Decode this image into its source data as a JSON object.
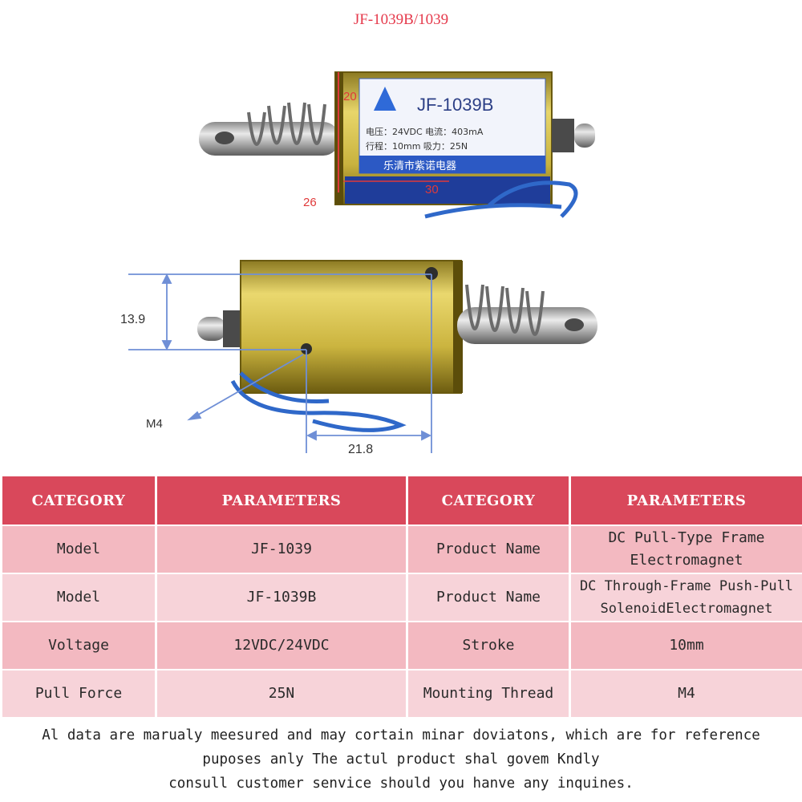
{
  "title": "JF-1039B/1039",
  "product_label": {
    "model": "JF-1039B",
    "line1": "电压：24VDC  电流：403mA",
    "line2": "行程：10mm   吸力：25N",
    "maker": "乐清市紫诺电器"
  },
  "dimensions": {
    "top_height": "20",
    "top_length": "30",
    "top_width": "26",
    "mount_height": "13.9",
    "mount_spacing": "21.8",
    "thread": "M4"
  },
  "table": {
    "headers": [
      "CATEGORY",
      "PARAMETERS",
      "CATEGORY",
      "PARAMETERS"
    ],
    "rows": [
      {
        "c1": "Model",
        "p1": "JF-1039",
        "c2": "Product Name",
        "p2a": "DC Pull-Type Frame",
        "p2b": "Electromagnet"
      },
      {
        "c1": "Model",
        "p1": "JF-1039B",
        "c2": "Product Name",
        "p2a": "DC Through-Frame Push-Pull",
        "p2b": "SolenoidElectromagnet"
      },
      {
        "c1": "Voltage",
        "p1": "12VDC/24VDC",
        "c2": "Stroke",
        "p2a": "10mm",
        "p2b": ""
      },
      {
        "c1": "Pull Force",
        "p1": "25N",
        "c2": "Mounting Thread",
        "p2a": "M4",
        "p2b": ""
      }
    ]
  },
  "disclaimer": {
    "line1": "Al data are marualy meesured and may cortain minar doviatons, which are for reference",
    "line2": "puposes anly The actul product shal govem Kndly",
    "line3": "consull customer senvice should you hanve any inquines."
  },
  "colors": {
    "header_bg": "#d9485b",
    "row_odd": "#f3b9c1",
    "row_even": "#f7d3d9",
    "title": "#e5394b",
    "dimension_line": "#6f8fd6"
  }
}
